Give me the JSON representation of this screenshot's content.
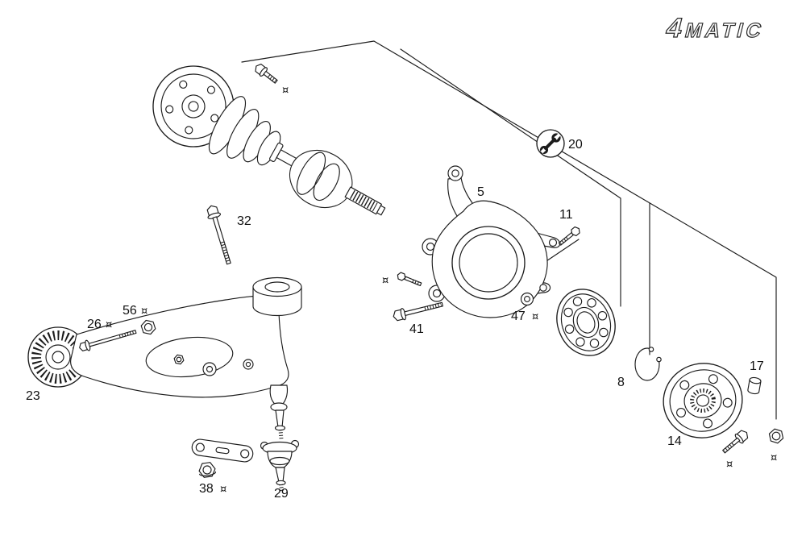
{
  "logo": {
    "four": "4",
    "rest": "MATIC"
  },
  "symbols": {
    "standard_part_marker": "¤"
  },
  "part_numbers": {
    "service_wrench": "20",
    "flange_bolt": "32",
    "steering_knuckle": "5",
    "stud_bolt": "11",
    "knuckle_bolt": "41",
    "washer": "47",
    "control_arm_bolt": "26",
    "control_arm_nut": "56",
    "lower_control_arm": "23",
    "snap_ring": "8",
    "plug": "17",
    "wheel_hub": "14",
    "lock_nut": "38",
    "ball_joint": "29"
  }
}
